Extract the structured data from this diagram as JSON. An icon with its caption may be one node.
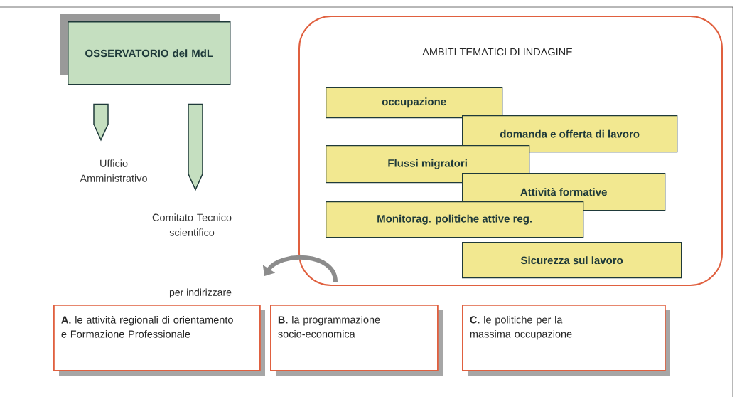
{
  "diagram": {
    "nodes": [
      {
        "text": [
          "OSSERVATORIO del MdL"
        ]
      },
      {
        "text": [
          "Ufficio Amministrativo"
        ]
      },
      {
        "text": [
          "Comitato Tecnico scientifico"
        ]
      },
      {
        "text": [
          "AMBITI TEMATICI DI INDAGINE"
        ]
      },
      {
        "text": [
          "occupazione"
        ],
        "in": 3
      },
      {
        "text": [
          "domanda e offerta di lavoro"
        ],
        "in": 3
      },
      {
        "text": [
          "Flussi migratori"
        ],
        "in": 3
      },
      {
        "text": [
          "Attività formative"
        ],
        "in": 3
      },
      {
        "text": [
          "Monitorag. politiche attive reg."
        ],
        "in": 3
      },
      {
        "text": [
          "Sicurezza sul lavoro"
        ],
        "in": 3
      },
      {
        "text": [
          "**A.** le attività regionali di orientamento e Formazione Professionale"
        ]
      },
      {
        "text": [
          "**B.** la programmazione socio-economica"
        ]
      },
      {
        "text": [
          "**C.** le politiche per la massima occupazione"
        ]
      }
    ],
    "edges": [
      {
        "from": 0,
        "to": 1,
        "arrow": "to"
      },
      {
        "from": 0,
        "to": 2,
        "arrow": "to"
      },
      {
        "from": 3,
        "to": null,
        "arrow": "to",
        "label": "per indirizzare"
      }
    ]
  }
}
